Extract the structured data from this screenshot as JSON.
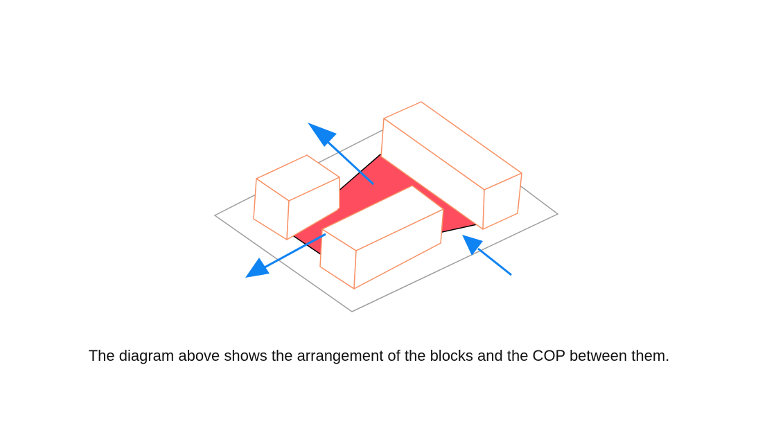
{
  "caption": "The diagram above shows the arrangement of the blocks and the COP between them.",
  "colors": {
    "site_outline": "#9e9e9e",
    "cop_fill": "#fd4d5e",
    "block_outline": "#f79164",
    "block_fill": "#ffffff",
    "arrow": "#1083f2"
  },
  "elements": {
    "site": "site-plot",
    "cop": "cop-open-space",
    "blocks": [
      "block-left-small",
      "block-right-long",
      "block-front-middle"
    ],
    "arrows": [
      "arrow-out-north",
      "arrow-out-west",
      "arrow-in-east"
    ]
  }
}
